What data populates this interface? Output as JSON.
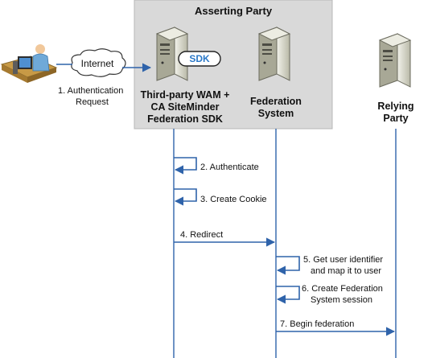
{
  "asserting_party": {
    "title": "Asserting Party"
  },
  "internet_label": "Internet",
  "sdk_label": "SDK",
  "request_label": [
    "1. Authentication",
    "Request"
  ],
  "participants": {
    "wam": [
      "Third-party WAM +",
      "CA SiteMinder",
      "Federation SDK"
    ],
    "federation": [
      "Federation",
      "System"
    ],
    "relying": [
      "Relying",
      "Party"
    ]
  },
  "steps": {
    "authenticate": "2. Authenticate",
    "create_cookie": "3. Create Cookie",
    "redirect": "4. Redirect",
    "get_user": [
      "5. Get user identifier",
      "and map it to user"
    ],
    "create_session": [
      "6. Create Federation",
      "System session"
    ],
    "begin_federation": "7. Begin federation"
  },
  "colors": {
    "panel": "#d9d9d9",
    "line": "#2f63aa",
    "server_body": "#d7d7c8",
    "sdk_text": "#2a78c8",
    "cloud": "#ffffff",
    "user_shirt": "#6fa9d8"
  }
}
